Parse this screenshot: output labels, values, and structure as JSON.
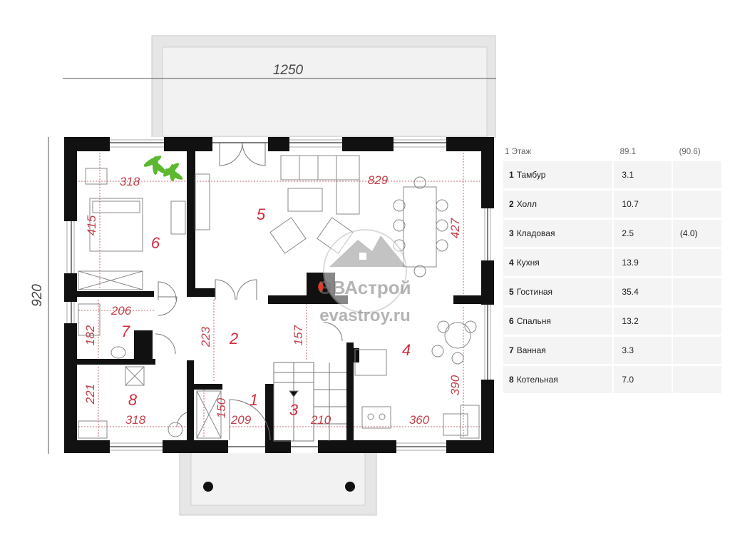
{
  "plan": {
    "dimensions": {
      "total_width": "1250",
      "total_height": "920",
      "d318_bedroom": "318",
      "d829": "829",
      "d415": "415",
      "d427": "427",
      "d206": "206",
      "d182": "182",
      "d223": "223",
      "d157": "157",
      "d221": "221",
      "d318_boiler": "318",
      "d150": "150",
      "d209": "209",
      "d210": "210",
      "d360": "360",
      "d390": "390"
    },
    "room_labels": [
      "1",
      "2",
      "3",
      "4",
      "5",
      "6",
      "7",
      "8"
    ],
    "watermark": {
      "brand": "ЭВАстрой",
      "site": "evastroy.ru"
    }
  },
  "legend": {
    "floor": "1 Этаж",
    "total": "89.1",
    "total_alt": "(90.6)",
    "rooms": [
      {
        "num": "1",
        "name": "Тамбур",
        "area": "3.1",
        "alt": ""
      },
      {
        "num": "2",
        "name": "Холл",
        "area": "10.7",
        "alt": ""
      },
      {
        "num": "3",
        "name": "Кладовая",
        "area": "2.5",
        "alt": "(4.0)"
      },
      {
        "num": "4",
        "name": "Кухня",
        "area": "13.9",
        "alt": ""
      },
      {
        "num": "5",
        "name": "Гостиная",
        "area": "35.4",
        "alt": ""
      },
      {
        "num": "6",
        "name": "Спальня",
        "area": "13.2",
        "alt": ""
      },
      {
        "num": "7",
        "name": "Ванная",
        "area": "3.3",
        "alt": ""
      },
      {
        "num": "8",
        "name": "Котельная",
        "area": "7.0",
        "alt": ""
      }
    ]
  },
  "colors": {
    "wall": "#111111",
    "dimension": "#c0404a",
    "room_number": "#d42a3c",
    "row_background": "#f4f4f4",
    "terrace": "#e6e6e6",
    "plant": "#5cb82e"
  }
}
